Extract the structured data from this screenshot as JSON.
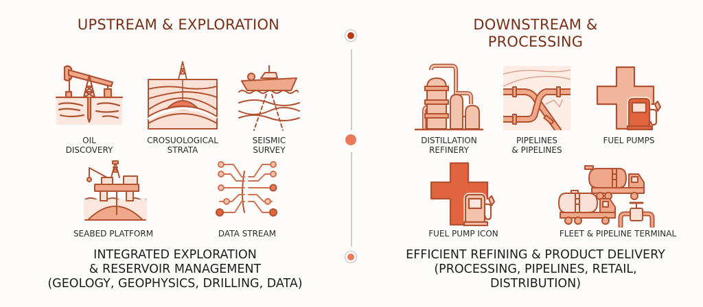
{
  "colors": {
    "heading": "#7a2e16",
    "stroke": "#b2512f",
    "fill_light": "#f4c3ae",
    "fill_mid": "#e98e6c",
    "fill_strong": "#e0653f",
    "node_dark": "#b83a17",
    "node_mid": "#e8795a"
  },
  "upstream": {
    "title": "UPSTREAM & EXPLORATION",
    "items": [
      {
        "icon": "pumpjack-icon",
        "label_line1": "OIL",
        "label_line2": "DISCOVERY"
      },
      {
        "icon": "strata-derrick-icon",
        "label_line1": "CROSUOLOGICAL",
        "label_line2": "STRATA"
      },
      {
        "icon": "seismic-ship-icon",
        "label_line1": "SEISMIC",
        "label_line2": "SURVEY"
      },
      {
        "icon": "offshore-platform-icon",
        "label_line1": "SEABED PLATFORM"
      },
      {
        "icon": "circuit-icon",
        "label_line1": "DATA STREAM"
      }
    ],
    "summary": [
      "INTEGRATED EXPLORATION",
      "& RESERVOIR MANAGEMENT",
      "(GEOLOGY, GEOPHYSICS, DRILLING, DATA)"
    ]
  },
  "downstream": {
    "title_line1": "DOWNSTREAM &",
    "title_line2": "PROCESSING",
    "items": [
      {
        "icon": "refinery-icon",
        "label_line1": "DISTILLATION",
        "label_line2": "REFINERY"
      },
      {
        "icon": "pipelines-icon",
        "label_line1": "PIPELINES",
        "label_line2": "& PIPELINES"
      },
      {
        "icon": "fuel-pump-cross-icon",
        "label_line1": "FUEL PUMPS"
      },
      {
        "icon": "fuel-pump-cross-icon",
        "label_line1": "FUEL PUMP ICON"
      },
      {
        "icon": "tanker-trucks-icon",
        "label_line1": "FLEET & PIPELINE TERMINAL"
      }
    ],
    "summary": [
      "EFFICIENT REFINING & PRODUCT DELIVERY",
      "(PROCESSING, PIPELINES, RETAIL,",
      "DISTRIBUTION)"
    ]
  }
}
